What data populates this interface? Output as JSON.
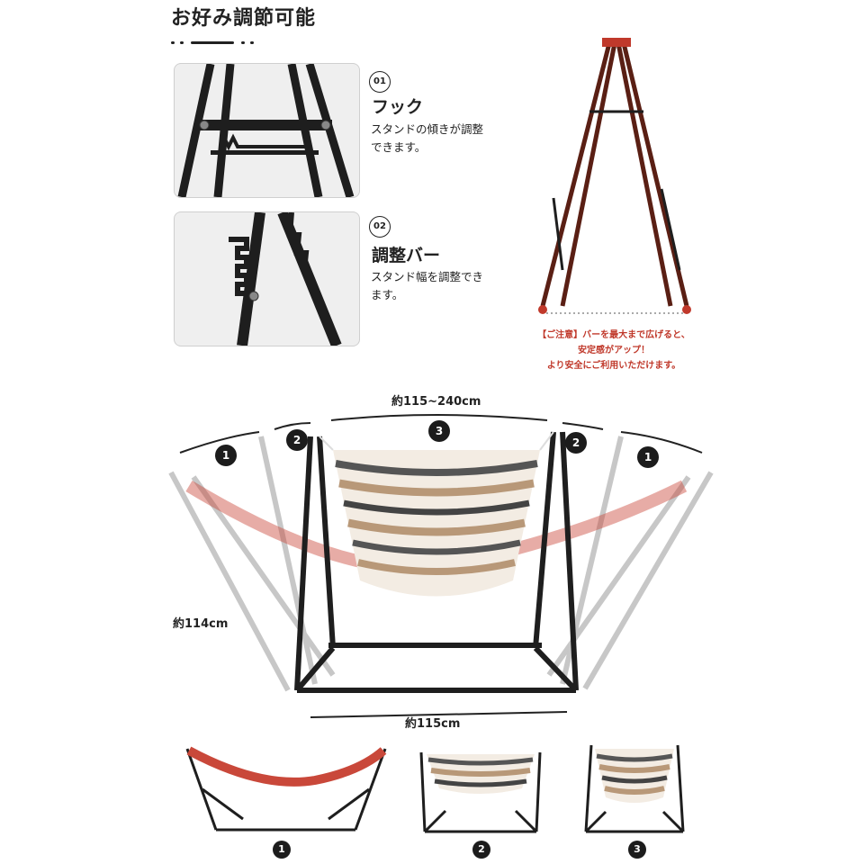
{
  "header": {
    "title": "お好み調節可能"
  },
  "features": [
    {
      "number": "01",
      "title": "フック",
      "desc_line1": "スタンドの傾きが調整",
      "desc_line2": "できます。"
    },
    {
      "number": "02",
      "title": "調整バー",
      "desc_line1": "スタンド幅を調整でき",
      "desc_line2": "ます。"
    }
  ],
  "notice": {
    "line1": "【ご注意】バーを最大まで広げると、",
    "line2": "安定感がアップ！",
    "line3": "より安全にご利用いただけます。"
  },
  "dimensions": {
    "top_width": "約115~240cm",
    "height": "約114cm",
    "base_width": "約115cm"
  },
  "angle_badges": {
    "b1": "1",
    "b2": "2",
    "b3": "3"
  },
  "modes": [
    {
      "label": "1"
    },
    {
      "label": "2"
    },
    {
      "label": "3"
    }
  ],
  "colors": {
    "frame": "#1e1e1e",
    "frame_red": "#5a1f14",
    "hammock_red": "#c9483a",
    "hammock_stripe": "#b89878",
    "notice_red": "#c0392b"
  }
}
